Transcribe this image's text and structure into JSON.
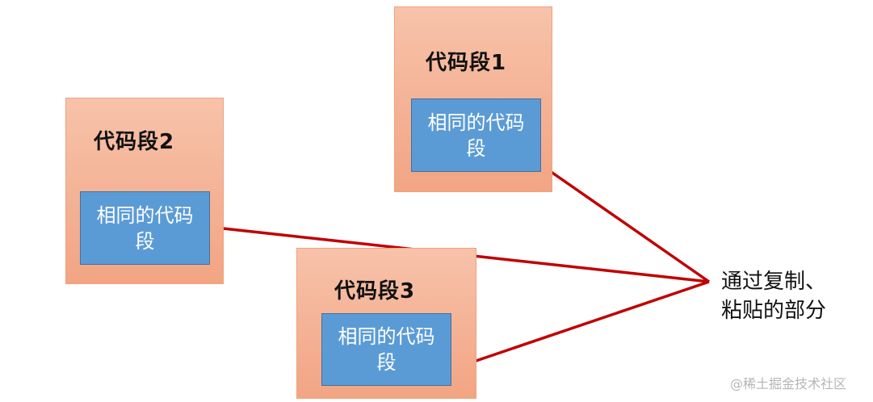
{
  "blocks": [
    {
      "title": "代码段1",
      "inner_text": "相同的代码段"
    },
    {
      "title": "代码段2",
      "inner_text": "相同的代码段"
    },
    {
      "title": "代码段3",
      "inner_text": "相同的代码段"
    }
  ],
  "annotation": {
    "line1": "通过复制、",
    "line2": "粘贴的部分"
  },
  "watermark": "@稀土掘金技术社区",
  "colors": {
    "outer_fill": "#f4b093",
    "inner_fill": "#5b9bd5",
    "connector_line": "#c00000"
  }
}
